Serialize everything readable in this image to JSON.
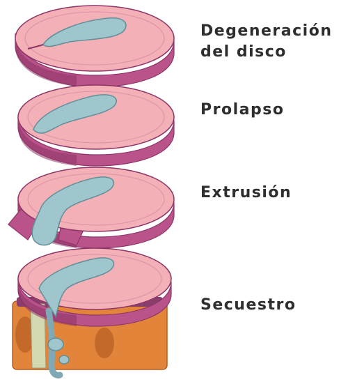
{
  "stages": [
    {
      "id": "degeneracion",
      "lines": [
        "Degeneración",
        "del disco"
      ]
    },
    {
      "id": "prolapso",
      "lines": [
        "Prolapso"
      ]
    },
    {
      "id": "extrusion",
      "lines": [
        "Extrusión"
      ]
    },
    {
      "id": "secuestro",
      "lines": [
        "Secuestro"
      ]
    }
  ],
  "colors": {
    "disc_top": "#f3b0b6",
    "disc_side": "#b9538a",
    "disc_side_dark": "#8e3568",
    "nucleus": "#9fc6cc",
    "nucleus_edge": "#5f8f98",
    "vertebra": "#e2843a",
    "vertebra_dark": "#b75e22",
    "vertebra_top": "#8a3e6c",
    "nerve": "#7fa9b4",
    "ligament": "#d4d8b0"
  }
}
